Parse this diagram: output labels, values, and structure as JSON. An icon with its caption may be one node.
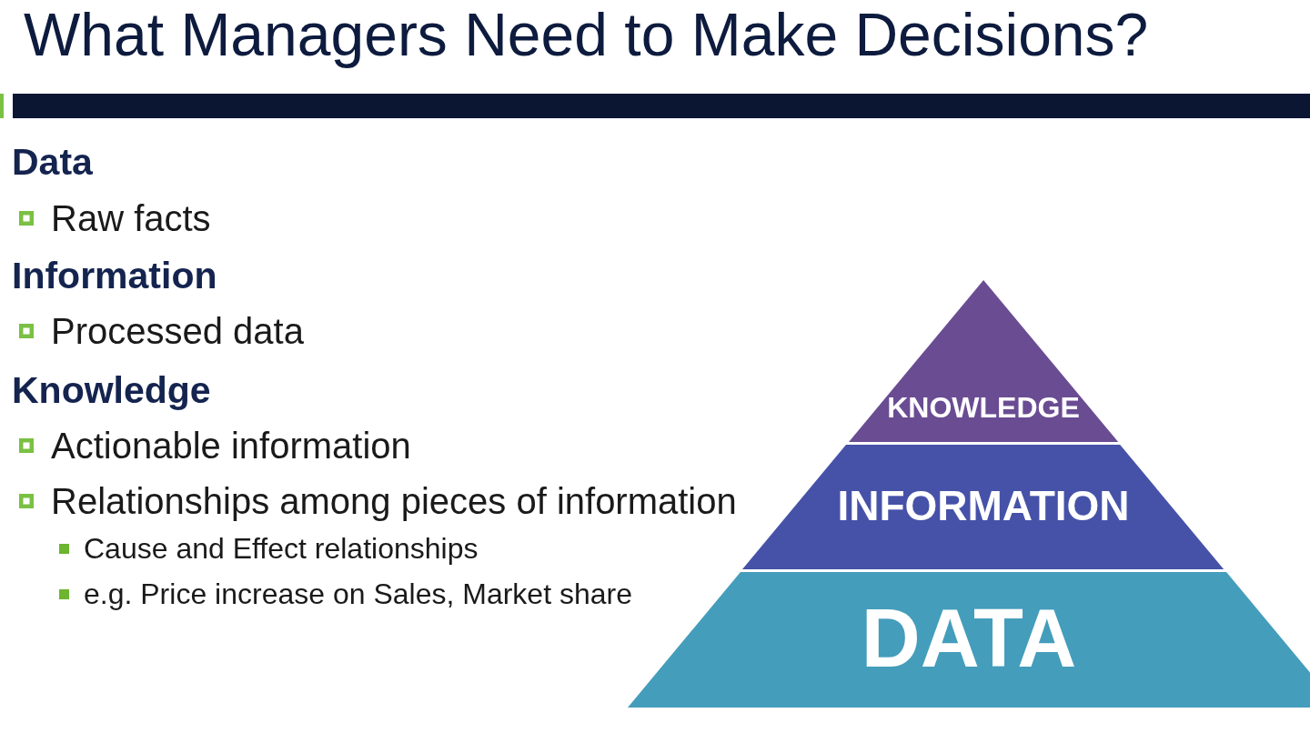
{
  "diagram": {
    "title": "What Managers Need to Make Decisions?",
    "nodes": [
      {
        "text": [
          "KNOWLEDGE"
        ]
      },
      {
        "text": [
          "INFORMATION"
        ]
      },
      {
        "text": [
          "DATA"
        ]
      }
    ],
    "labels": [
      "Data",
      "Raw facts",
      "Information",
      "Processed data",
      "Knowledge",
      "Actionable information",
      "Relationships among pieces of information",
      "Cause and Effect relationships",
      "e.g. Price increase on Sales, Market share"
    ]
  }
}
